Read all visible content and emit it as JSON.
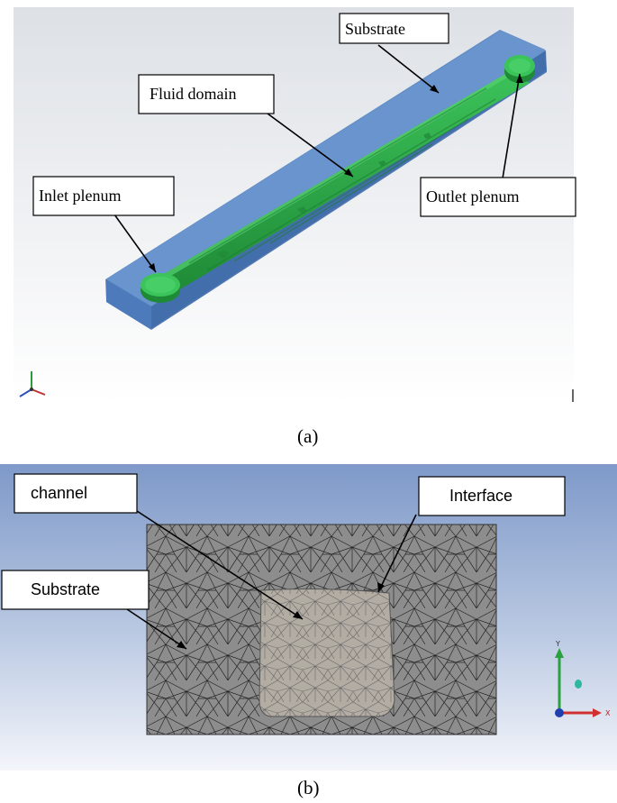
{
  "panel_a": {
    "labels": {
      "substrate": "Substrate",
      "fluid_domain": "Fluid domain",
      "inlet": "Inlet plenum",
      "outlet": "Outlet plenum"
    },
    "caption": "(a)"
  },
  "panel_b": {
    "labels": {
      "channel": "channel",
      "interface": "Interface",
      "substrate": "Substrate"
    },
    "axes": {
      "y": "Y",
      "x": "X"
    },
    "caption": "(b)"
  },
  "colors": {
    "substrate_blue": "#4f7fbf",
    "fluid_green": "#2fae4a",
    "mesh_gray": "#8a8a8a",
    "channel_gray": "#b5ada4",
    "background_b": "#7f9ccc"
  }
}
